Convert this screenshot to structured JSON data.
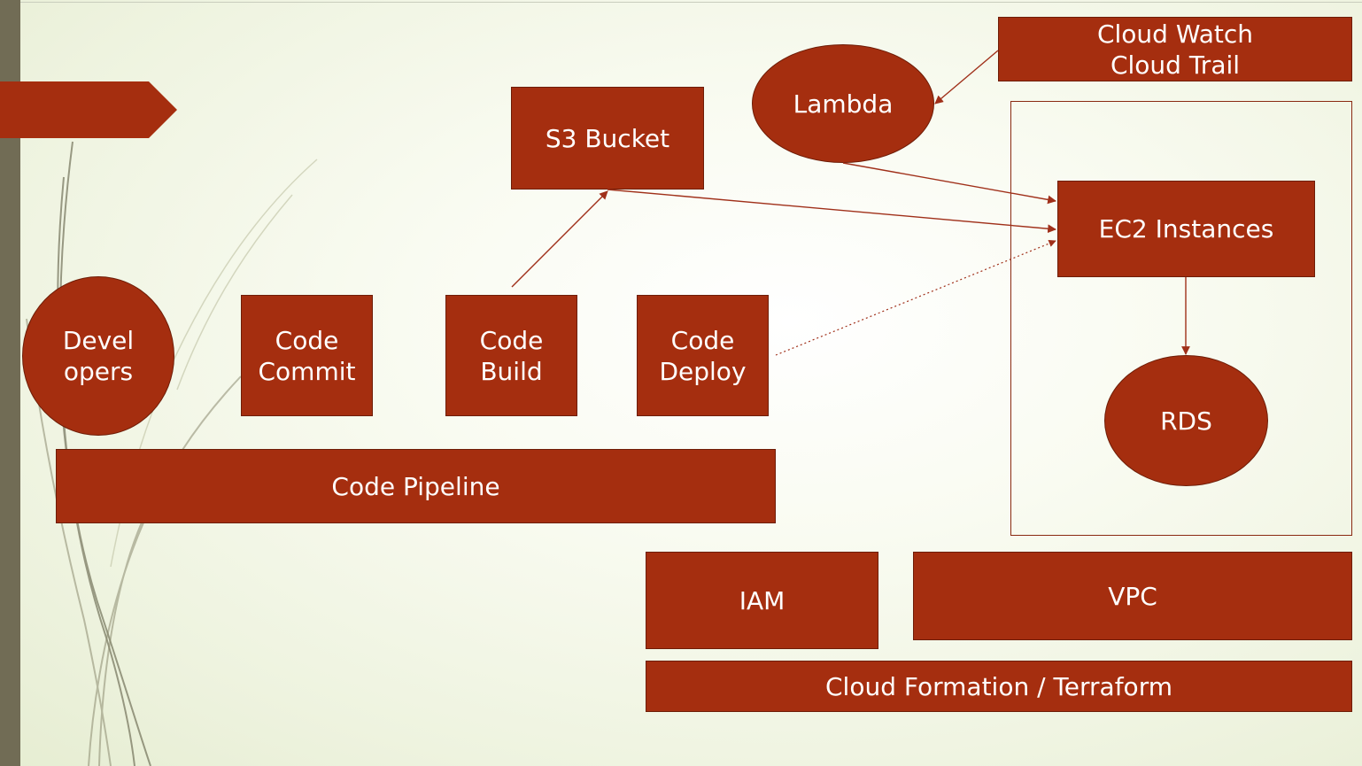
{
  "nodes": {
    "developers": "Devel\nopers",
    "code_commit": "Code\nCommit",
    "code_build": "Code\nBuild",
    "code_deploy": "Code\nDeploy",
    "code_pipeline": "Code Pipeline",
    "s3_bucket": "S3 Bucket",
    "lambda": "Lambda",
    "cloud_watch_trail": "Cloud Watch\nCloud Trail",
    "ec2_instances": "EC2 Instances",
    "rds": "RDS",
    "iam": "IAM",
    "vpc": "VPC",
    "cloud_formation": "Cloud Formation / Terraform"
  },
  "colors": {
    "shape_fill": "#a52e0f",
    "shape_border": "#6e1d07",
    "text": "#ffffff",
    "connector": "#a0301a",
    "accent_bar": "#716c55"
  },
  "edges": [
    {
      "from": "code_build",
      "to": "s3_bucket",
      "style": "solid",
      "arrow": true
    },
    {
      "from": "s3_bucket",
      "to": "ec2_instances",
      "style": "solid",
      "arrow": true
    },
    {
      "from": "lambda",
      "to": "ec2_instances",
      "style": "solid",
      "arrow": true
    },
    {
      "from": "cloud_watch_trail",
      "to": "lambda",
      "style": "solid",
      "arrow": true
    },
    {
      "from": "ec2_instances",
      "to": "rds",
      "style": "solid",
      "arrow": true
    },
    {
      "from": "code_deploy",
      "to": "ec2_instances",
      "style": "dotted",
      "arrow": true
    }
  ]
}
